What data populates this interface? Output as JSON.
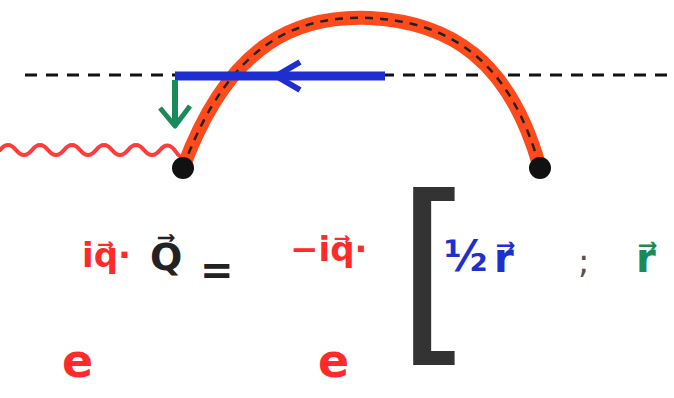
{
  "diagram": {
    "labels": [
      "e",
      "iq⃗·",
      "Q⃗",
      "=",
      "e",
      "−iq⃗·",
      "[",
      "½",
      "r⃗",
      ";",
      "r⃗"
    ]
  }
}
